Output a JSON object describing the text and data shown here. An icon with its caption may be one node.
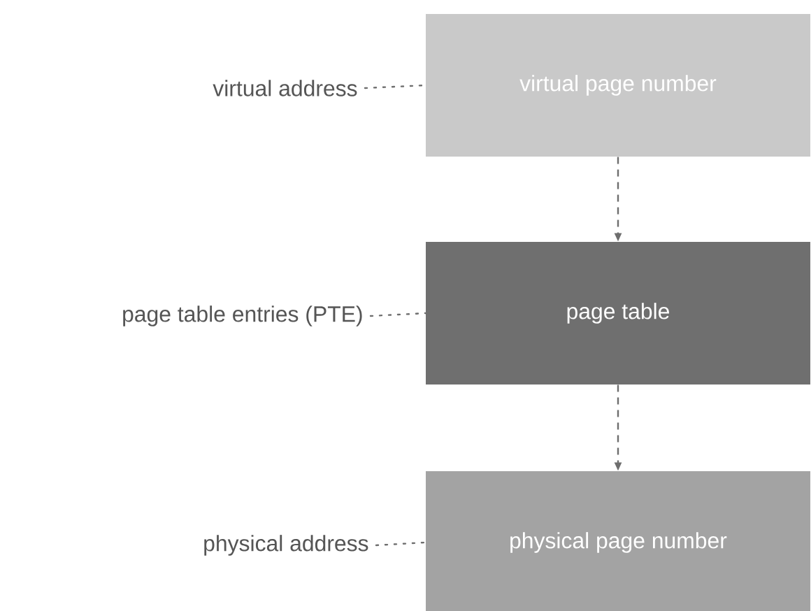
{
  "diagram": {
    "nodes": [
      {
        "text": [
          "virtual address"
        ]
      },
      {
        "text": [
          "virtual page number"
        ]
      },
      {
        "text": [
          "page table entries (PTE)"
        ]
      },
      {
        "text": [
          "page table"
        ]
      },
      {
        "text": [
          "physical address"
        ]
      },
      {
        "text": [
          "physical page number"
        ]
      }
    ],
    "edges": [
      {
        "from": 0,
        "to": 1,
        "arrow": "none",
        "style": "dashed"
      },
      {
        "from": 1,
        "to": 3,
        "arrow": "to",
        "style": "dashed"
      },
      {
        "from": 2,
        "to": 3,
        "arrow": "none",
        "style": "dashed"
      },
      {
        "from": 3,
        "to": 5,
        "arrow": "to",
        "style": "dashed"
      },
      {
        "from": 4,
        "to": 5,
        "arrow": "none",
        "style": "dashed"
      }
    ]
  }
}
